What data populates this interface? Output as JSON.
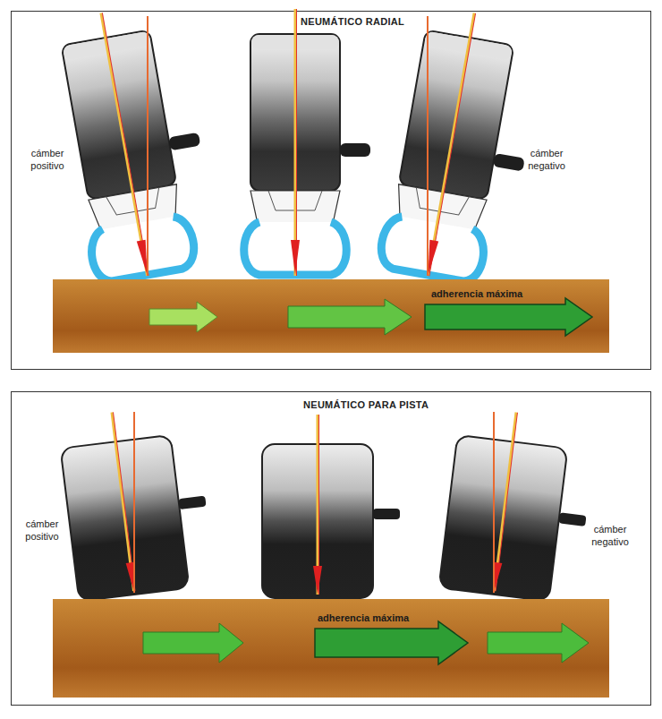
{
  "diagram": {
    "nodes": [
      {
        "text": [
          "NEUMÁTICO RADIAL"
        ]
      },
      {
        "text": [
          "adherencia máxima"
        ],
        "in": 0
      },
      {
        "text": [
          "NEUMÁTICO PARA PISTA"
        ]
      },
      {
        "text": [
          "adherencia máxima"
        ],
        "in": 2
      }
    ],
    "labels": [
      "cámber positivo",
      "cámber negativo",
      "cámber positivo",
      "cámber negativo"
    ]
  }
}
